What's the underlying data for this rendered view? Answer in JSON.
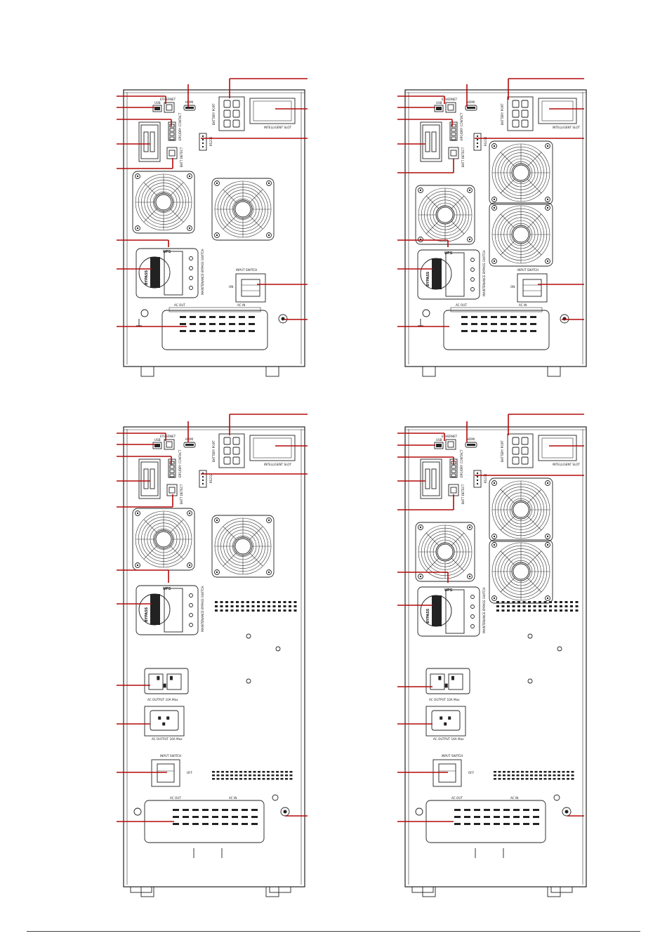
{
  "document": {
    "title": "UPS rear panel views"
  },
  "labels": {
    "ethernet": "ETHERNET",
    "usb": "USB",
    "hdmi": "HDMI",
    "battery_port": "BATTERY PORT",
    "intelligent_slot": "INTELLIGENT SLOT",
    "rs232": "RS232",
    "epo": "EPO/DRY CONTACT",
    "batt_detect": "BATT DETECT",
    "ups": "UPS",
    "bypass": "BYPASS",
    "maintenance_switch": "MAINTENANCE BYPASS SWITCH",
    "input_switch": "INPUT SWITCH",
    "on": "ON",
    "off": "OFF",
    "ac_out": "AC OUT",
    "ac_in": "AC IN",
    "ac_output_10a": "AC OUTPUT 10A Max",
    "ac_output_16a": "AC OUTPUT 16A Max"
  },
  "colors": {
    "callout_line": "#b30a0a",
    "outline": "#222222",
    "socket_highlight": "#3a4bb0"
  }
}
